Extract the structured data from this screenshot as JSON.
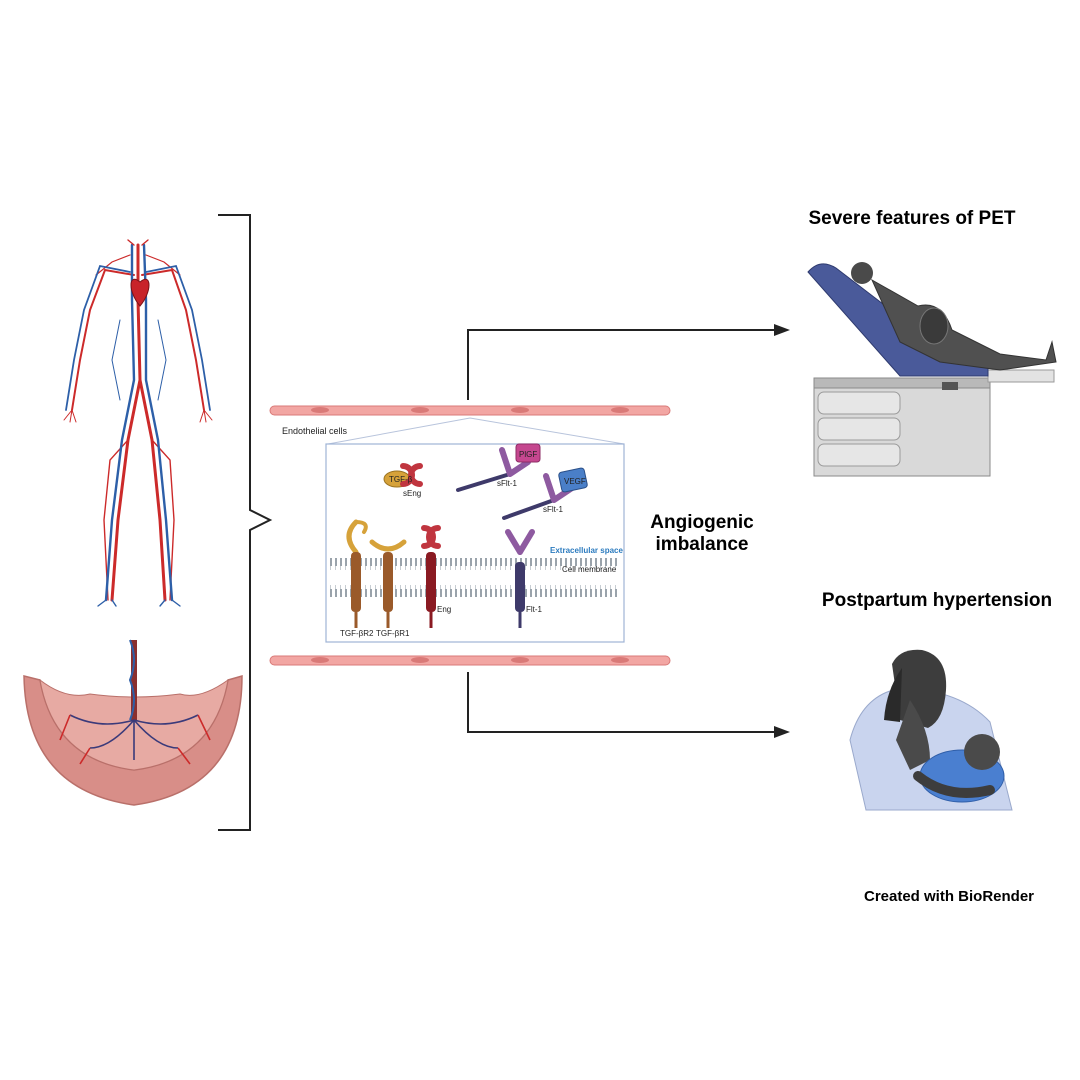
{
  "titles": {
    "severe": "Severe features of PET",
    "postpartum": "Postpartum hypertension",
    "imbalance_line1": "Angiogenic",
    "imbalance_line2": "imbalance",
    "credit": "Created with BioRender"
  },
  "labels": {
    "endothelial": "Endothelial cells",
    "extracellular": "Extracellular space",
    "membrane": "Cell membrane",
    "tgfb": "TGF-β",
    "seng": "sEng",
    "sflt1_a": "sFlt-1",
    "sflt1_b": "sFlt-1",
    "plgf": "PlGF",
    "vegf": "VEGF",
    "tgfbr2": "TGF-βR2",
    "tgfbr1": "TGF-βR1",
    "eng": "Eng",
    "flt1": "Flt-1"
  },
  "colors": {
    "vessel": "#f2a6a3",
    "vessel_dark": "#d97a78",
    "membrane": "#9aa3ab",
    "extracellular_text": "#2b7bbf",
    "artery": "#cc2a2a",
    "vein": "#2d5fa8",
    "placenta": "#d88e88",
    "bed": "#4a5a9a",
    "cabinet": "#d9d9d9"
  }
}
